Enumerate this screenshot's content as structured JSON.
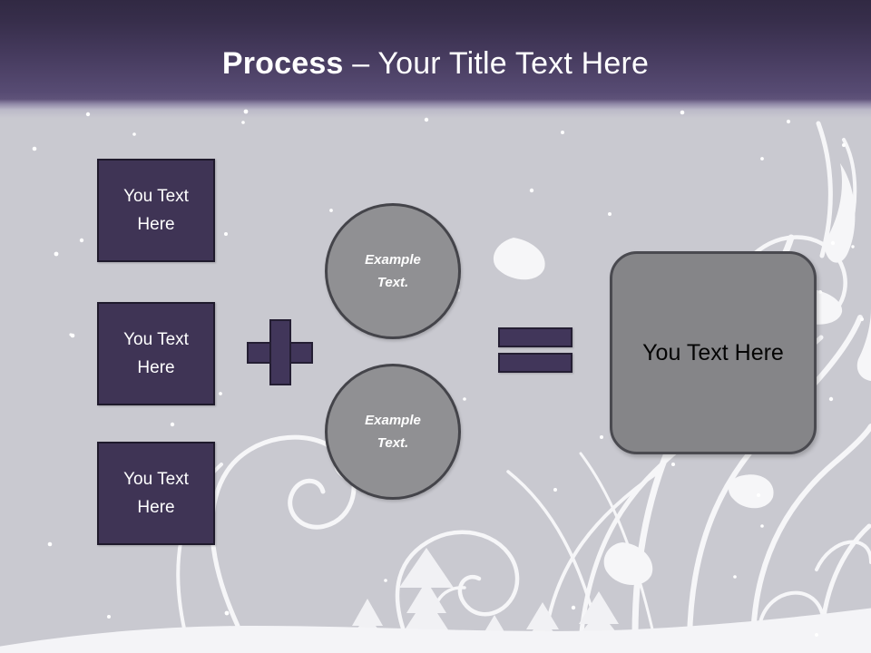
{
  "slide": {
    "title": {
      "bold_part": "Process",
      "rest_part": " – Your Title Text Here"
    },
    "theme": {
      "header_dark": "#312943",
      "header_light": "#5e5279",
      "background": "#c9c9d0",
      "box_fill": "#3f3455",
      "box_border": "#1f1a2c",
      "shape_gray_fill": "#909093",
      "result_fill": "#858588",
      "text_light": "#ffffff",
      "text_dark": "#050505"
    },
    "inputs": [
      {
        "label": "You Text\nHere"
      },
      {
        "label": "You Text\nHere"
      },
      {
        "label": "You Text\nHere"
      }
    ],
    "operators": {
      "plus": "+",
      "equals": "="
    },
    "circles": [
      {
        "label": "Example\nText."
      },
      {
        "label": "Example\nText."
      }
    ],
    "result": {
      "label": "You Text Here"
    }
  }
}
